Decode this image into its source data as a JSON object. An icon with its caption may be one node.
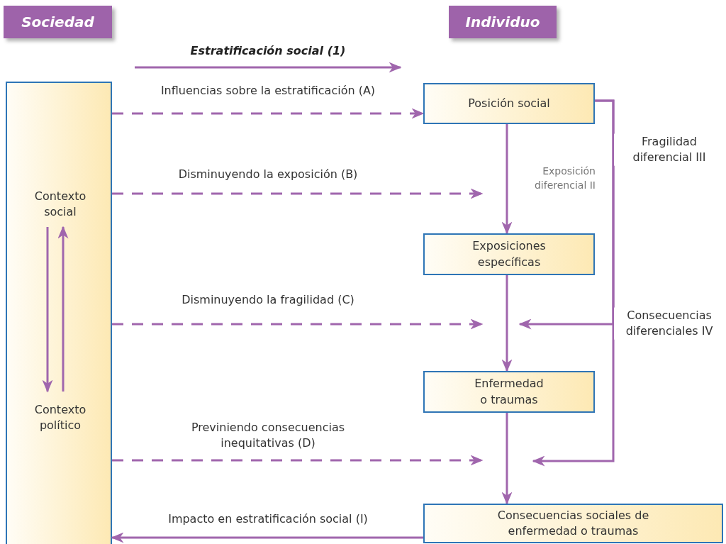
{
  "diagram": {
    "nodes": [
      {
        "text": [
          "Sociedad"
        ]
      },
      {
        "text": [
          "Individuo"
        ]
      },
      {
        "text": [],
        "shape": "box"
      },
      {
        "text": [
          "Contexto social"
        ],
        "in": 2
      },
      {
        "text": [
          "Contexto político"
        ],
        "in": 2
      },
      {
        "text": [
          "Posición social"
        ]
      },
      {
        "text": [
          "Exposiciones específicas"
        ]
      },
      {
        "text": [
          "Enfermedad o traumas"
        ]
      },
      {
        "text": [
          "Consecuencias sociales de enfermedad o traumas"
        ]
      }
    ],
    "edges": [
      {
        "from": 2,
        "to": 5,
        "arrow": "to",
        "label": "Influencias sobre la estratificación (A)",
        "style": "dashed"
      },
      {
        "from": 2,
        "to": null,
        "arrow": "to",
        "label": "Disminuyendo la exposición (B)",
        "style": "dashed"
      },
      {
        "from": 5,
        "to": 6,
        "arrow": "to",
        "label": "Exposición diferencial II"
      },
      {
        "from": 2,
        "to": null,
        "arrow": "to",
        "label": "Disminuyendo la fragilidad (C)",
        "style": "dashed"
      },
      {
        "from": 6,
        "to": 7,
        "arrow": "to"
      },
      {
        "from": 2,
        "to": null,
        "arrow": "to",
        "label": "Previniendo consecuencias inequitativas (D)",
        "style": "dashed"
      },
      {
        "from": 7,
        "to": 8,
        "arrow": "to"
      },
      {
        "from": 8,
        "to": 2,
        "arrow": "to",
        "label": "Impacto en estratificación social (I)"
      },
      {
        "from": 3,
        "to": 4,
        "arrow": "to"
      },
      {
        "from": 4,
        "to": 3,
        "arrow": "to"
      },
      {
        "from": 5,
        "to": null,
        "arrow": "to"
      },
      {
        "from": 5,
        "to": null,
        "arrow": "to"
      }
    ],
    "labels": [
      "Estratificación social (1)",
      "Fragilidad diferencial III",
      "Consecuencias diferenciales IV"
    ]
  }
}
